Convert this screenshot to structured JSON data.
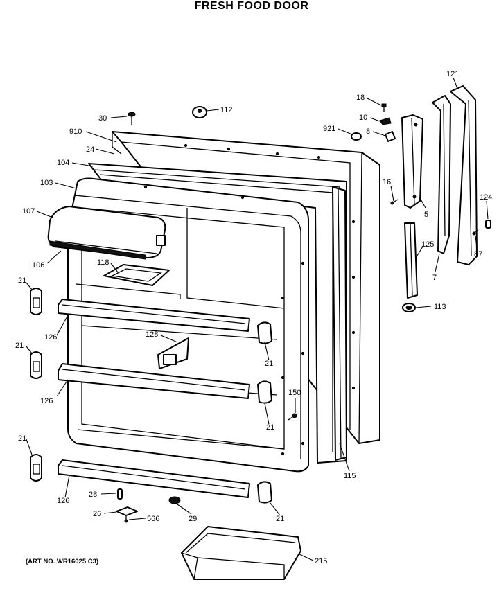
{
  "title": "FRESH FOOD DOOR",
  "art_number": "(ART NO. WR16025 C3)",
  "callouts": {
    "c30": "30",
    "c112": "112",
    "c910": "910",
    "c24": "24",
    "c104": "104",
    "c103": "103",
    "c107": "107",
    "c106": "106",
    "c118": "118",
    "c21a": "21",
    "c21b": "21",
    "c21c": "21",
    "c21d": "21",
    "c21e": "21",
    "c21f": "21",
    "c126a": "126",
    "c126b": "126",
    "c126c": "126",
    "c128": "128",
    "c150": "150",
    "c115": "115",
    "c28": "28",
    "c26": "26",
    "c566": "566",
    "c29": "29",
    "c215": "215",
    "c18": "18",
    "c10": "10",
    "c921": "921",
    "c8": "8",
    "c121": "121",
    "c16": "16",
    "c5": "5",
    "c125": "125",
    "c124": "124",
    "c87": "87",
    "c7": "7",
    "c113": "113"
  }
}
